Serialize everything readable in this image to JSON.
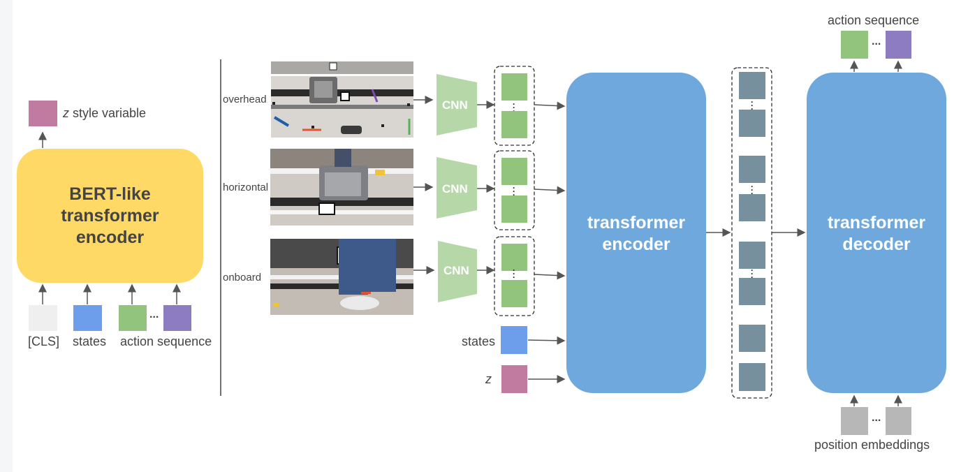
{
  "left_panel": {
    "encoder_title": [
      "BERT-like",
      "transformer",
      "encoder"
    ],
    "z_output_label_italic": "z",
    "z_output_label": "style variable",
    "inputs": {
      "cls_label": "[CLS]",
      "states_label": "states",
      "action_label": "action sequence",
      "ellipsis": "..."
    }
  },
  "right_panel": {
    "cameras": [
      {
        "label": "overhead"
      },
      {
        "label": "horizontal"
      },
      {
        "label": "onboard"
      }
    ],
    "cnn_label": "CNN",
    "states_label": "states",
    "z_label": "z",
    "encoder_title": [
      "transformer",
      "encoder"
    ],
    "decoder_title": [
      "transformer",
      "decoder"
    ],
    "output_label": "action sequence",
    "output_ellipsis": "...",
    "position_label": "position embeddings",
    "position_ellipsis": "..."
  },
  "colors": {
    "bert_yellow": "#ffd966",
    "transformer_blue": "#6fa8dc",
    "cnn_green": "#b6d7a8",
    "feature_green": "#93c47d",
    "action_purple": "#8e7cc3",
    "state_blue": "#6d9eeb",
    "z_pink": "#c27ba0",
    "cls_gray": "#efefef",
    "token_slate": "#76909e",
    "pos_gray": "#b7b7b7"
  }
}
